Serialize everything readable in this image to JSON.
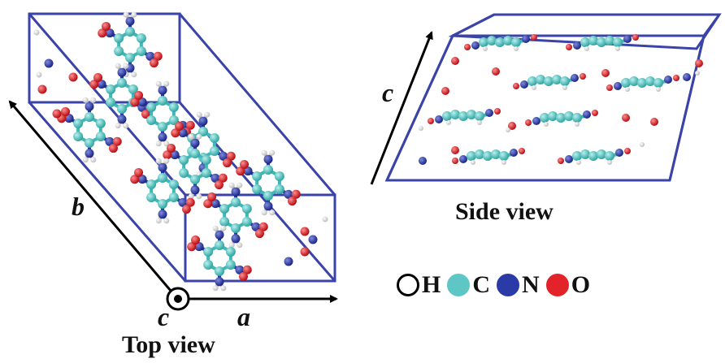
{
  "captions": {
    "top_view": "Top view",
    "side_view": "Side view"
  },
  "axis_labels": {
    "a": "a",
    "b": "b",
    "c_top": "c",
    "c_side": "c"
  },
  "legend": [
    {
      "symbol": "H",
      "color": "#ffffff",
      "border": "#000000"
    },
    {
      "symbol": "C",
      "color": "#5ec7c6",
      "border": "#5ec7c6"
    },
    {
      "symbol": "N",
      "color": "#2a3aa6",
      "border": "#2a3aa6"
    },
    {
      "symbol": "O",
      "color": "#e3232a",
      "border": "#e3232a"
    }
  ],
  "colors": {
    "cell_edge": "#3a43a8",
    "carbon": "#3fb8b5",
    "nitrogen": "#2633a0",
    "oxygen": "#d8141c",
    "hydrogen": "#eeeeee",
    "arrow": "#000000"
  }
}
